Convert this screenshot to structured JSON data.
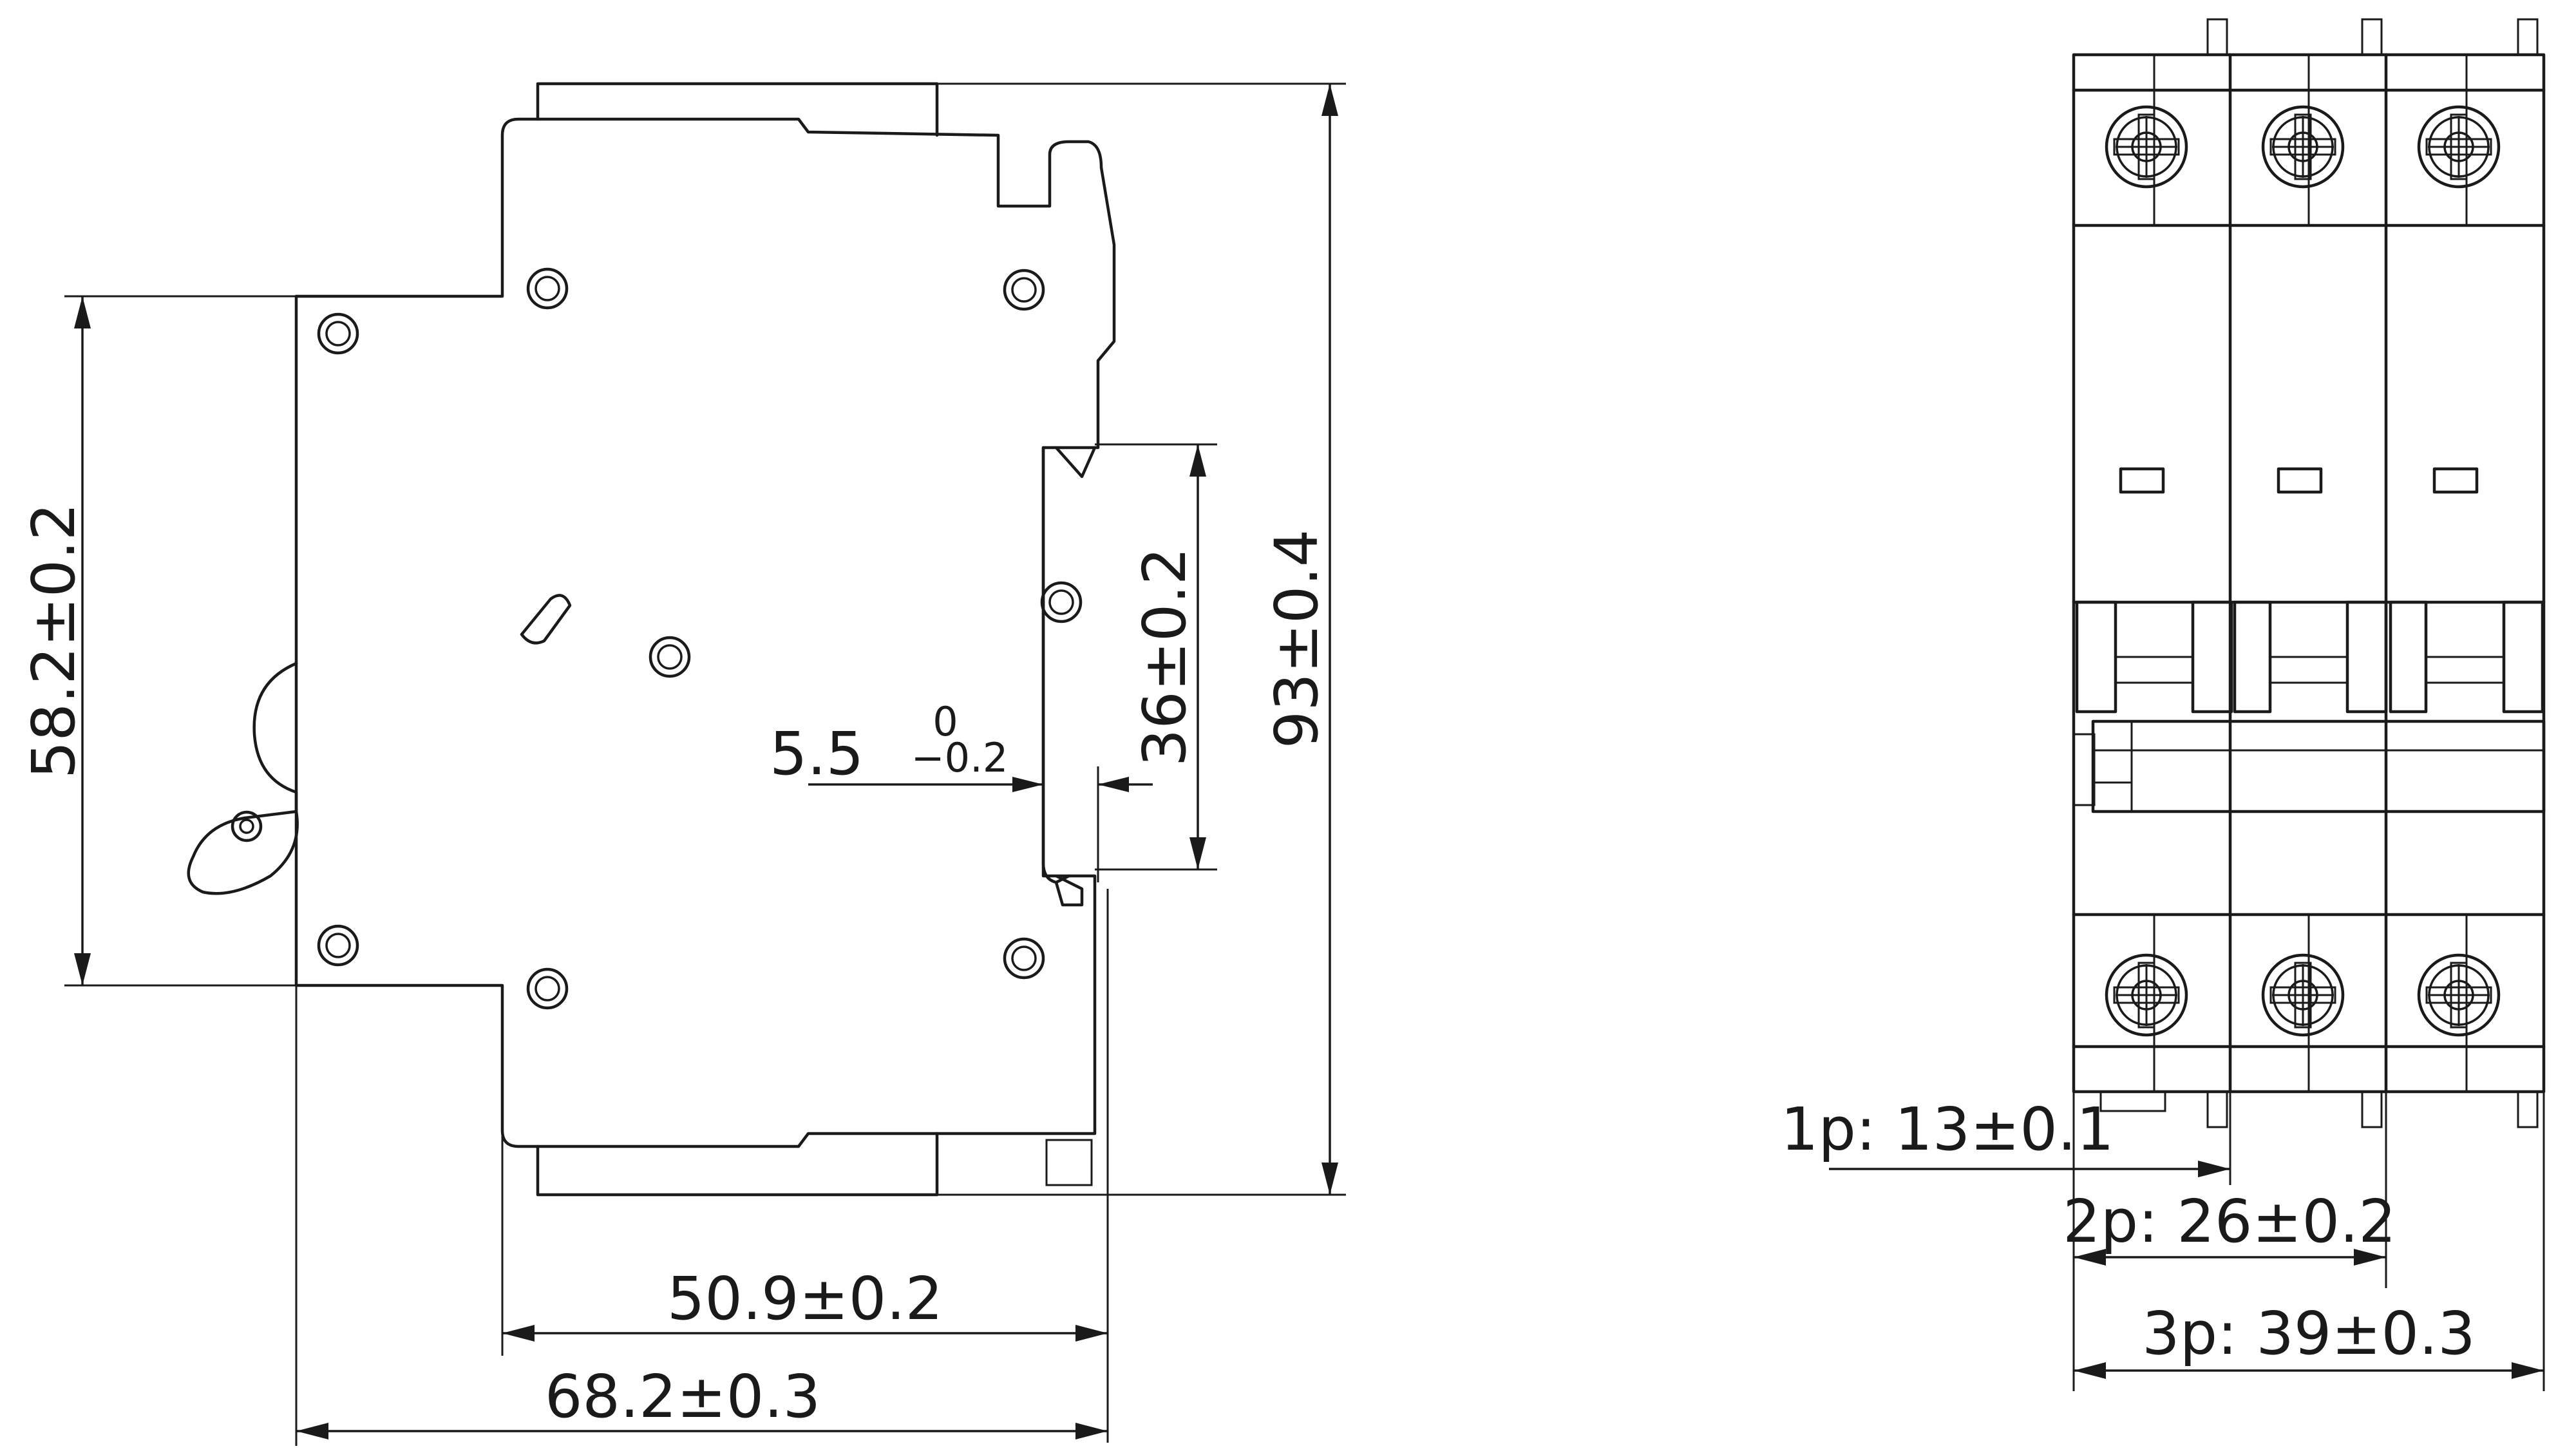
{
  "side_view": {
    "dims": {
      "height_total": "93±0.4",
      "height_mount": "58.2±0.2",
      "rail_height": "36±0.2",
      "rail_depth_nominal": "5.5",
      "rail_depth_tol_upper": "0",
      "rail_depth_tol_lower": "−0.2",
      "depth_body": "50.9±0.2",
      "depth_total": "68.2±0.3"
    }
  },
  "front_view": {
    "poles": 3,
    "dims": {
      "width_1p": "1p: 13±0.1",
      "width_2p": "2p: 26±0.2",
      "width_3p": "3p: 39±0.3"
    }
  }
}
